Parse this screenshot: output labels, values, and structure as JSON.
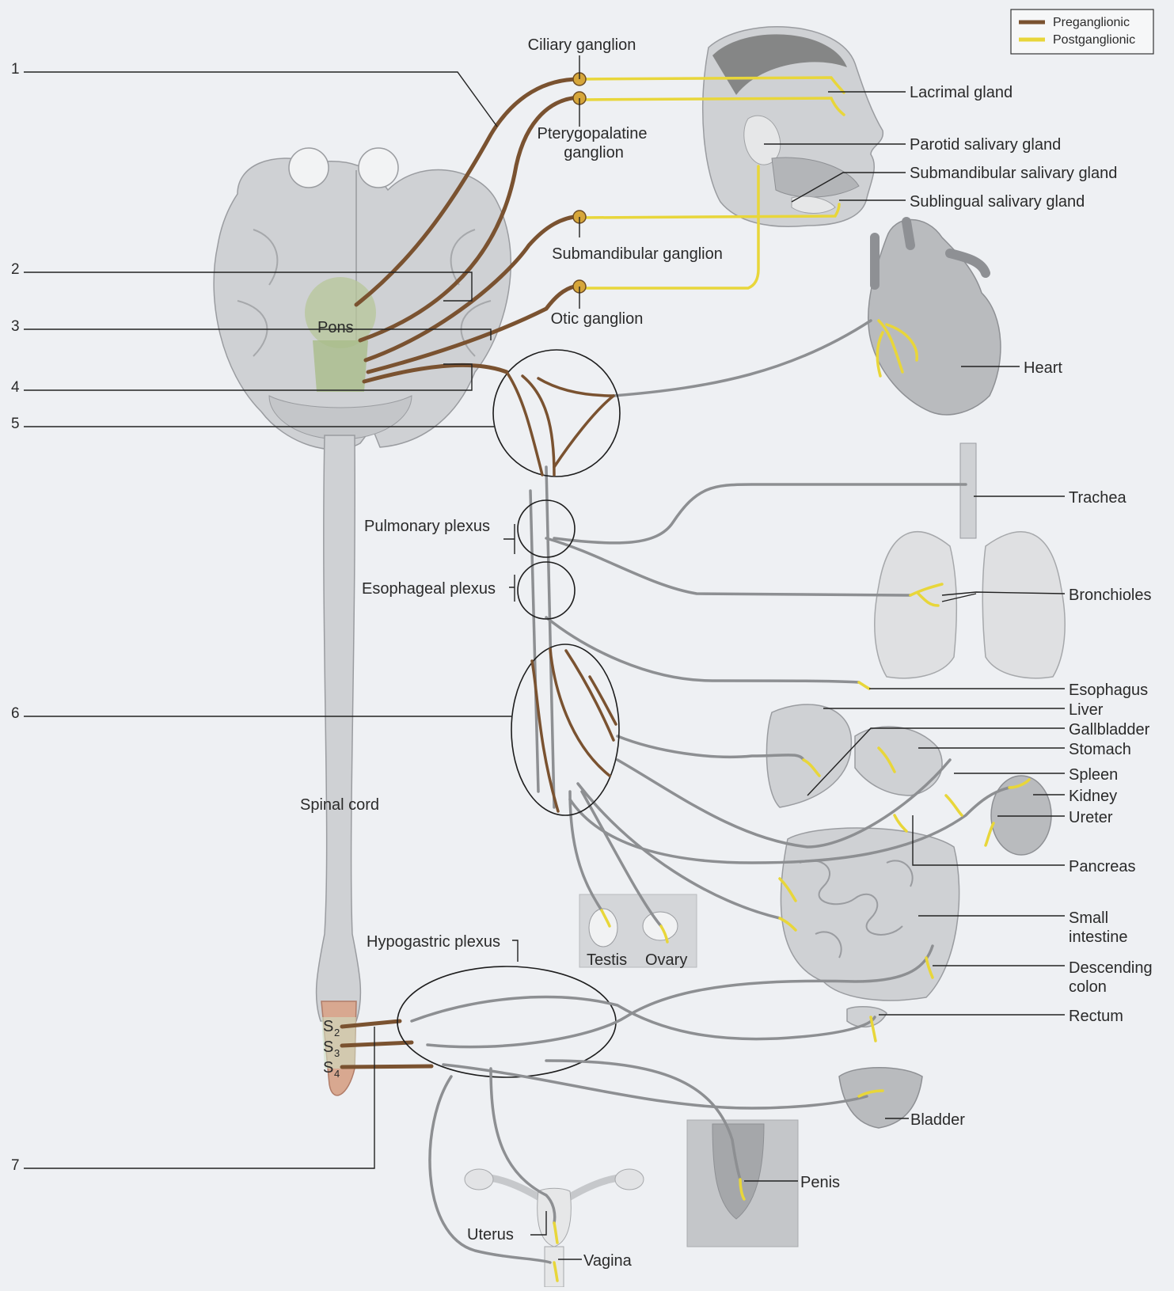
{
  "legend": {
    "preganglionic": "Preganglionic",
    "postganglionic": "Postganglionic",
    "colors": {
      "preganglionic": "#7a5230",
      "postganglionic": "#e8d63a",
      "nerve_gray": "#8d8f92"
    }
  },
  "numbers": [
    "1",
    "2",
    "3",
    "4",
    "5",
    "6",
    "7"
  ],
  "labels": {
    "ciliary_ganglion": "Ciliary ganglion",
    "pterygopalatine_1": "Pterygopalatine",
    "pterygopalatine_2": "ganglion",
    "submandibular_ganglion": "Submandibular ganglion",
    "otic_ganglion": "Otic ganglion",
    "lacrimal_gland": "Lacrimal gland",
    "parotid": "Parotid salivary gland",
    "submandibular_gland": "Submandibular salivary gland",
    "sublingual": "Sublingual salivary gland",
    "heart": "Heart",
    "trachea": "Trachea",
    "bronchioles": "Bronchioles",
    "esophagus": "Esophagus",
    "liver": "Liver",
    "gallbladder": "Gallbladder",
    "stomach": "Stomach",
    "spleen": "Spleen",
    "kidney": "Kidney",
    "ureter": "Ureter",
    "pancreas": "Pancreas",
    "small_intestine_1": "Small",
    "small_intestine_2": "intestine",
    "descending_colon_1": "Descending",
    "descending_colon_2": "colon",
    "rectum": "Rectum",
    "bladder": "Bladder",
    "penis": "Penis",
    "vagina": "Vagina",
    "uterus": "Uterus",
    "testis": "Testis",
    "ovary": "Ovary",
    "pons": "Pons",
    "pulmonary_plexus": "Pulmonary plexus",
    "esophageal_plexus": "Esophageal plexus",
    "spinal_cord": "Spinal cord",
    "hypogastric_plexus": "Hypogastric plexus",
    "s2": "S",
    "s3": "S",
    "s4": "S",
    "s2_sub": "2",
    "s3_sub": "3",
    "s4_sub": "4"
  }
}
